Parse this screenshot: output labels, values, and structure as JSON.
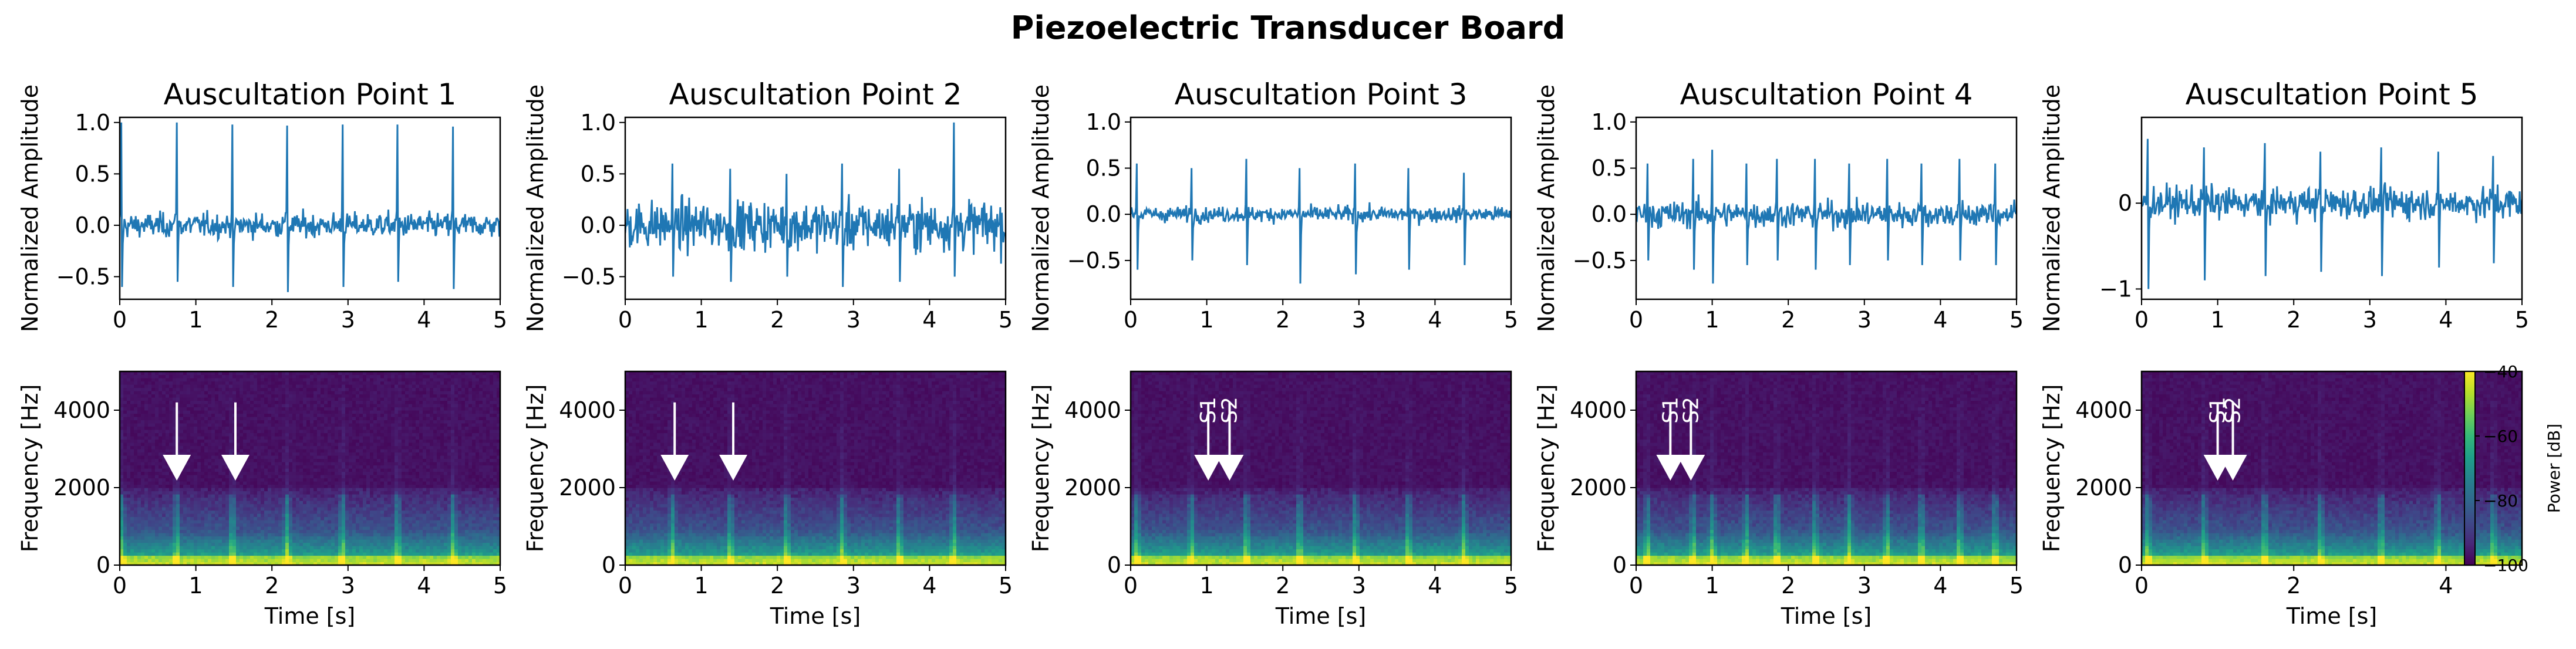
{
  "figure": {
    "title": "Piezoelectric Transducer Board"
  },
  "colors": {
    "trace": "#1f77b4",
    "axis": "#000000",
    "arrow": "#ffffff",
    "colormap": [
      "#440154",
      "#482878",
      "#3e4989",
      "#31688e",
      "#26828e",
      "#1f9e89",
      "#35b779",
      "#6ece58",
      "#b5de2b",
      "#fde725"
    ]
  },
  "chart_data": [
    {
      "type": "line",
      "title": "Auscultation Point 1",
      "xlabel": "",
      "ylabel": "Normalized Amplitude",
      "xlim": [
        0,
        5
      ],
      "ylim": [
        -0.72,
        1.05
      ],
      "xticks": [
        0,
        1,
        2,
        3,
        4,
        5
      ],
      "yticks": [
        -0.5,
        0.0,
        0.5,
        1.0
      ],
      "ytick_labels": [
        "−0.5",
        "0.0",
        "0.5",
        "1.0"
      ],
      "beat_times_s": [
        0.02,
        0.75,
        1.48,
        2.2,
        2.93,
        3.65,
        4.38
      ],
      "peak_values": [
        1.0,
        1.0,
        0.98,
        0.97,
        0.98,
        0.98,
        0.96
      ],
      "trough_values": [
        -0.6,
        -0.55,
        -0.6,
        -0.65,
        -0.6,
        -0.55,
        -0.62
      ],
      "noise_level": 0.1
    },
    {
      "type": "line",
      "title": "Auscultation Point 2",
      "xlabel": "",
      "ylabel": "Normalized Amplitude",
      "xlim": [
        0,
        5
      ],
      "ylim": [
        -0.72,
        1.05
      ],
      "xticks": [
        0,
        1,
        2,
        3,
        4,
        5
      ],
      "yticks": [
        -0.5,
        0.0,
        0.5,
        1.0
      ],
      "ytick_labels": [
        "−0.5",
        "0.0",
        "0.5",
        "1.0"
      ],
      "beat_times_s": [
        0.62,
        1.38,
        2.12,
        2.85,
        3.6,
        4.32
      ],
      "peak_values": [
        0.6,
        0.55,
        0.5,
        0.6,
        0.55,
        1.0
      ],
      "trough_values": [
        -0.5,
        -0.55,
        -0.5,
        -0.6,
        -0.55,
        -0.5
      ],
      "noise_level": 0.2
    },
    {
      "type": "line",
      "title": "Auscultation Point 3",
      "xlabel": "",
      "ylabel": "Normalized Amplitude",
      "xlim": [
        0,
        5
      ],
      "ylim": [
        -0.92,
        1.05
      ],
      "xticks": [
        0,
        1,
        2,
        3,
        4,
        5
      ],
      "yticks": [
        -0.5,
        0.0,
        0.5,
        1.0
      ],
      "ytick_labels": [
        "−0.5",
        "0.0",
        "0.5",
        "1.0"
      ],
      "beat_times_s": [
        0.08,
        0.8,
        1.52,
        2.22,
        2.95,
        3.65,
        4.38
      ],
      "peak_values": [
        0.55,
        0.5,
        0.6,
        0.5,
        0.55,
        0.5,
        0.45
      ],
      "trough_values": [
        -0.6,
        -0.5,
        -0.55,
        -0.75,
        -0.65,
        -0.6,
        -0.55
      ],
      "noise_level": 0.07
    },
    {
      "type": "line",
      "title": "Auscultation Point 4",
      "xlabel": "",
      "ylabel": "Normalized Amplitude",
      "xlim": [
        0,
        5
      ],
      "ylim": [
        -0.92,
        1.05
      ],
      "xticks": [
        0,
        1,
        2,
        3,
        4,
        5
      ],
      "yticks": [
        -0.5,
        0.0,
        0.5,
        1.0
      ],
      "ytick_labels": [
        "−0.5",
        "0.0",
        "0.5",
        "1.0"
      ],
      "beat_times_s": [
        0.15,
        0.75,
        1.0,
        1.45,
        1.85,
        2.35,
        2.8,
        3.3,
        3.75,
        4.25,
        4.72
      ],
      "peak_values": [
        0.55,
        0.6,
        0.7,
        0.55,
        0.6,
        0.6,
        0.55,
        0.6,
        0.55,
        0.6,
        0.55
      ],
      "trough_values": [
        -0.5,
        -0.6,
        -0.75,
        -0.55,
        -0.5,
        -0.6,
        -0.55,
        -0.5,
        -0.55,
        -0.5,
        -0.55
      ],
      "noise_level": 0.12
    },
    {
      "type": "line",
      "title": "Auscultation Point 5",
      "xlabel": "",
      "ylabel": "Normalized Amplitude",
      "xlim": [
        0,
        5
      ],
      "ylim": [
        -1.12,
        1.0
      ],
      "xticks": [
        0,
        1,
        2,
        3,
        4,
        5
      ],
      "yticks": [
        -1,
        0
      ],
      "ytick_labels": [
        "−1",
        "0"
      ],
      "beat_times_s": [
        0.08,
        0.82,
        1.62,
        2.35,
        3.15,
        3.9,
        4.62
      ],
      "peak_values": [
        0.75,
        0.65,
        0.7,
        0.6,
        0.65,
        0.6,
        0.55
      ],
      "trough_values": [
        -1.0,
        -0.9,
        -0.85,
        -0.8,
        -0.85,
        -0.75,
        -0.7
      ],
      "noise_level": 0.16
    },
    {
      "type": "heatmap",
      "title": "",
      "xlabel": "Time [s]",
      "ylabel": "Frequency [Hz]",
      "xlim": [
        0,
        5
      ],
      "ylim": [
        0,
        5000
      ],
      "xticks": [
        0,
        1,
        2,
        3,
        4,
        5
      ],
      "yticks": [
        0,
        2000,
        4000
      ],
      "beat_times_s": [
        0.02,
        0.75,
        1.48,
        2.2,
        2.93,
        3.65,
        4.38
      ],
      "clim_db": [
        -100,
        -40
      ],
      "arrows": [
        {
          "time_s": 0.75,
          "label": ""
        },
        {
          "time_s": 1.52,
          "label": ""
        }
      ]
    },
    {
      "type": "heatmap",
      "title": "",
      "xlabel": "Time [s]",
      "ylabel": "Frequency [Hz]",
      "xlim": [
        0,
        5
      ],
      "ylim": [
        0,
        5000
      ],
      "xticks": [
        0,
        1,
        2,
        3,
        4,
        5
      ],
      "yticks": [
        0,
        2000,
        4000
      ],
      "beat_times_s": [
        0.62,
        1.38,
        2.12,
        2.85,
        3.6,
        4.32
      ],
      "clim_db": [
        -100,
        -40
      ],
      "arrows": [
        {
          "time_s": 0.65,
          "label": ""
        },
        {
          "time_s": 1.42,
          "label": ""
        }
      ]
    },
    {
      "type": "heatmap",
      "title": "",
      "xlabel": "Time [s]",
      "ylabel": "Frequency [Hz]",
      "xlim": [
        0,
        5
      ],
      "ylim": [
        0,
        5000
      ],
      "xticks": [
        0,
        1,
        2,
        3,
        4,
        5
      ],
      "yticks": [
        0,
        2000,
        4000
      ],
      "beat_times_s": [
        0.08,
        0.8,
        1.52,
        2.22,
        2.95,
        3.65,
        4.38
      ],
      "clim_db": [
        -100,
        -40
      ],
      "arrows": [
        {
          "time_s": 1.02,
          "label": "S1"
        },
        {
          "time_s": 1.3,
          "label": "S2"
        }
      ]
    },
    {
      "type": "heatmap",
      "title": "",
      "xlabel": "Time [s]",
      "ylabel": "Frequency [Hz]",
      "xlim": [
        0,
        5
      ],
      "ylim": [
        0,
        5000
      ],
      "xticks": [
        0,
        1,
        2,
        3,
        4,
        5
      ],
      "yticks": [
        0,
        2000,
        4000
      ],
      "beat_times_s": [
        0.15,
        0.75,
        1.0,
        1.45,
        1.85,
        2.35,
        2.8,
        3.3,
        3.75,
        4.25,
        4.72
      ],
      "clim_db": [
        -100,
        -40
      ],
      "arrows": [
        {
          "time_s": 0.45,
          "label": "S1"
        },
        {
          "time_s": 0.72,
          "label": "S2"
        }
      ]
    },
    {
      "type": "heatmap",
      "title": "",
      "xlabel": "Time [s]",
      "ylabel": "Frequency [Hz]",
      "xlim": [
        0,
        5
      ],
      "ylim": [
        0,
        5000
      ],
      "xticks": [
        0,
        2,
        4
      ],
      "yticks": [
        0,
        2000,
        4000
      ],
      "beat_times_s": [
        0.08,
        0.82,
        1.62,
        2.35,
        3.15,
        3.9,
        4.62
      ],
      "clim_db": [
        -100,
        -40
      ],
      "arrows": [
        {
          "time_s": 1.0,
          "label": "S1"
        },
        {
          "time_s": 1.2,
          "label": "S2"
        }
      ]
    }
  ],
  "colorbar": {
    "label": "Power [dB]",
    "range": [
      -100,
      -40
    ],
    "ticks": [
      -40,
      -60,
      -80,
      -100
    ],
    "tick_labels": [
      "−40",
      "−60",
      "−80",
      "−100"
    ]
  }
}
